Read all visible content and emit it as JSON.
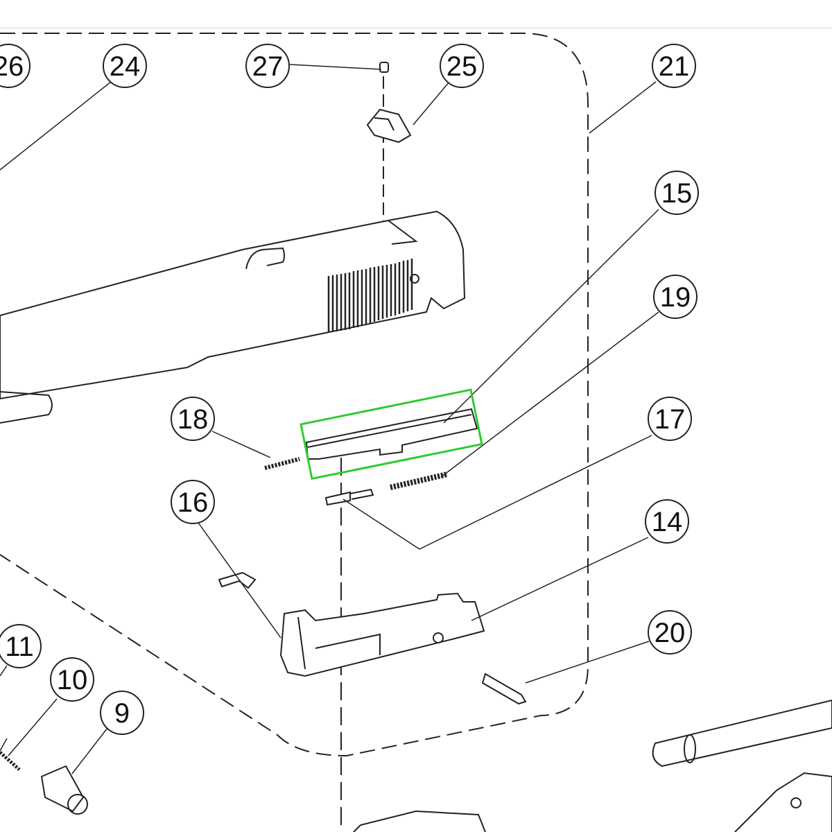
{
  "diagram": {
    "callouts": [
      {
        "id": "c26",
        "label": "26"
      },
      {
        "id": "c24",
        "label": "24"
      },
      {
        "id": "c27",
        "label": "27"
      },
      {
        "id": "c25",
        "label": "25"
      },
      {
        "id": "c21",
        "label": "21"
      },
      {
        "id": "c15",
        "label": "15"
      },
      {
        "id": "c19",
        "label": "19"
      },
      {
        "id": "c18",
        "label": "18"
      },
      {
        "id": "c17",
        "label": "17"
      },
      {
        "id": "c16",
        "label": "16"
      },
      {
        "id": "c14",
        "label": "14"
      },
      {
        "id": "c20",
        "label": "20"
      },
      {
        "id": "c11",
        "label": "11"
      },
      {
        "id": "c10",
        "label": "10"
      },
      {
        "id": "c9",
        "label": "9"
      }
    ],
    "highlight": {
      "part": "15",
      "color": "#2ecc2e"
    }
  }
}
